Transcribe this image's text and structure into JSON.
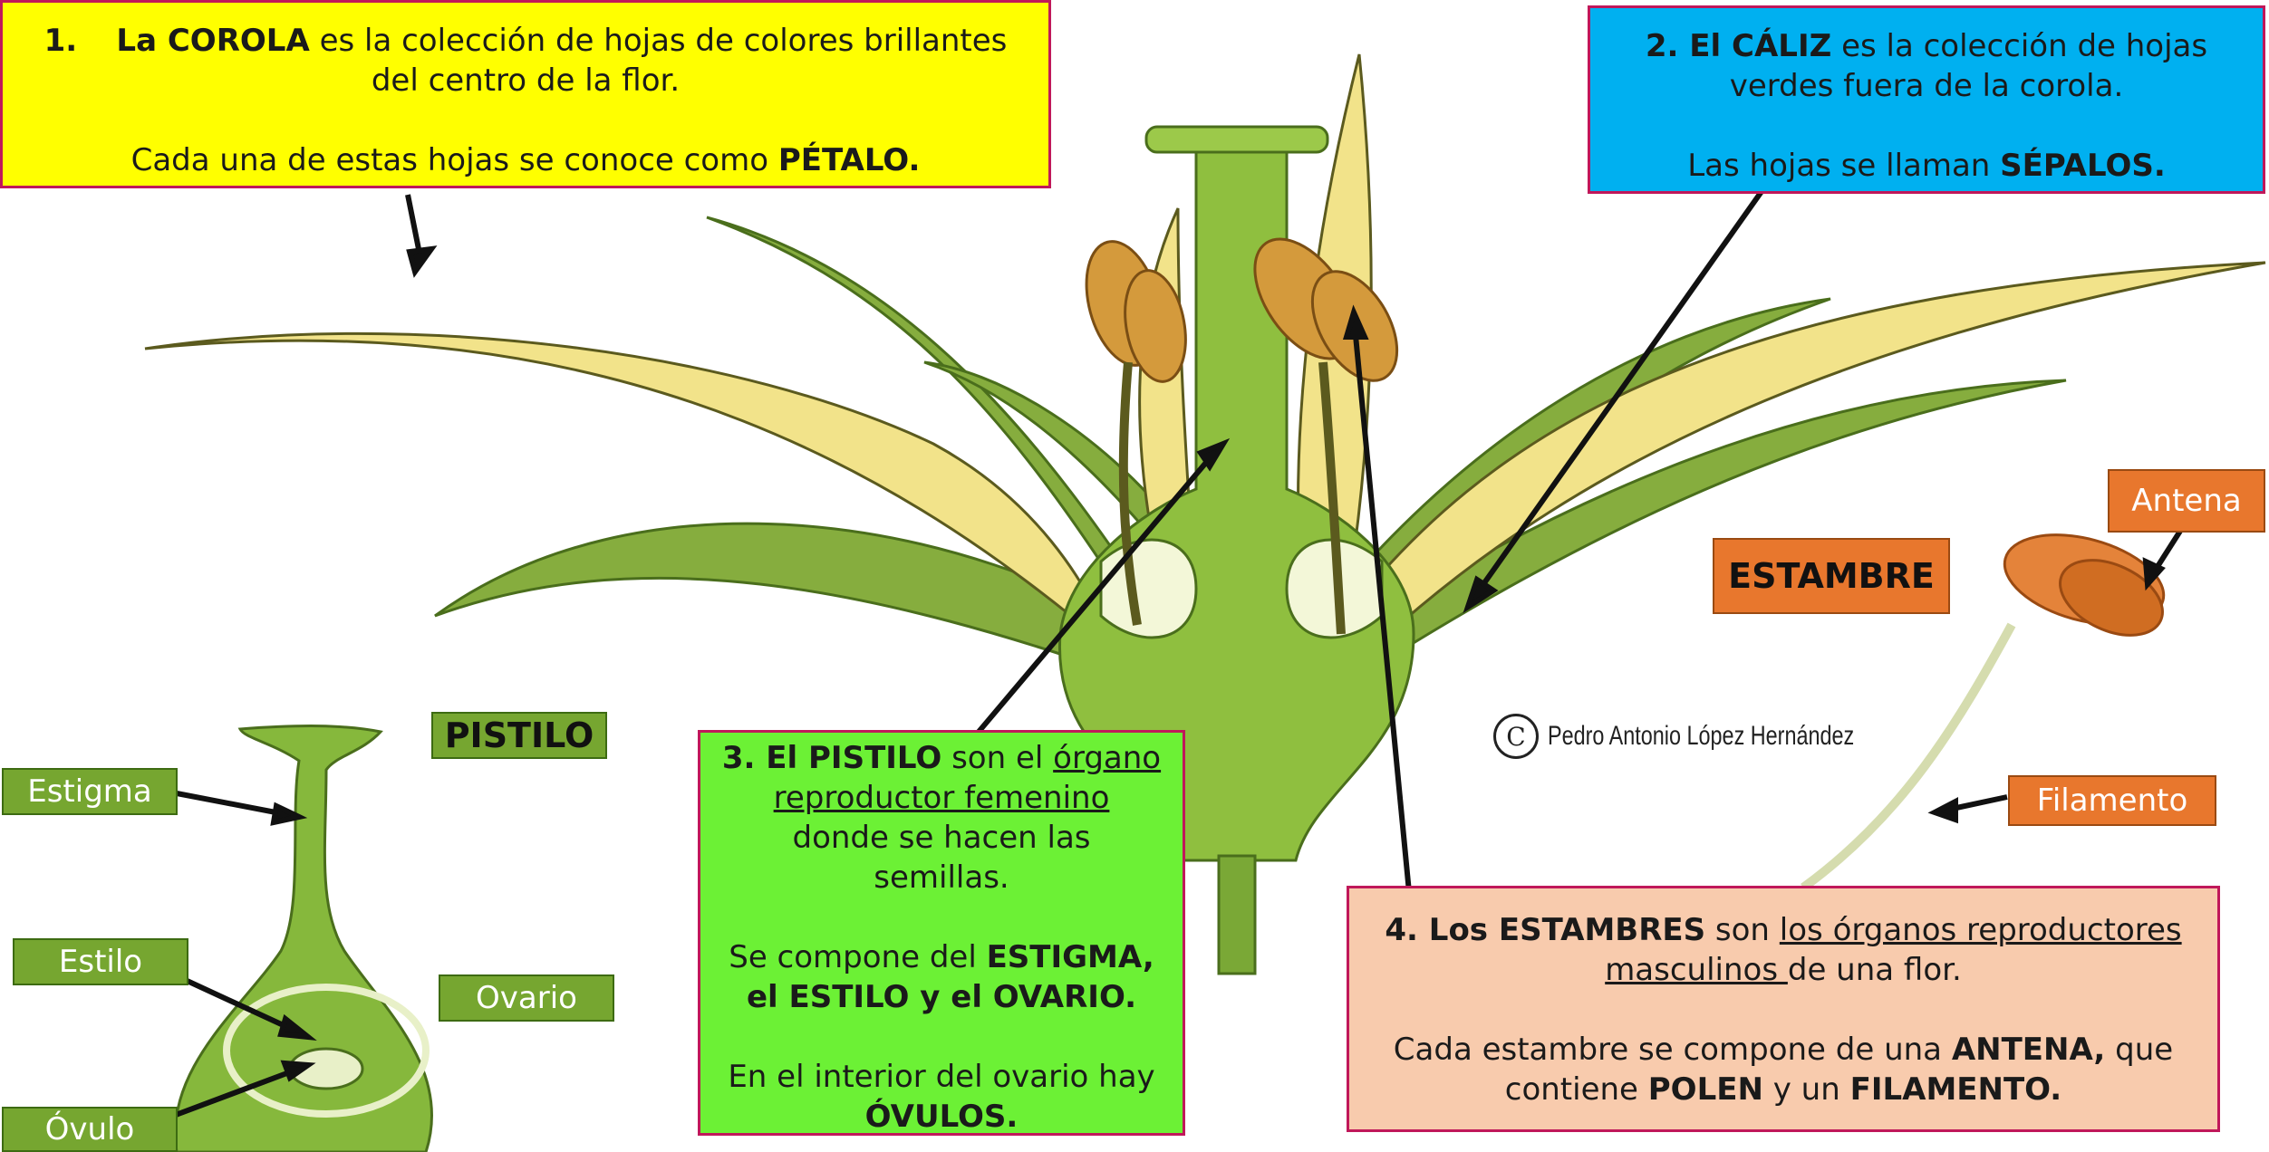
{
  "corola": {
    "number": "1.",
    "term": "La COROLA",
    "rest": " es la colección de hojas de colores brillantes",
    "line2": "del centro de la flor.",
    "line3_pre": "Cada una de estas hojas se conoce como ",
    "line3_term": "PÉTALO."
  },
  "caliz": {
    "term": "2. El CÁLIZ",
    "rest": " es la colección de hojas",
    "line2": "verdes fuera de la corola.",
    "line3_pre": "Las hojas se llaman ",
    "line3_term": "SÉPALOS."
  },
  "pistilo_box": {
    "term": "3. El PISTILO",
    "mid": " son el ",
    "u1": "órgano",
    "u2": "reproductor femenino",
    "l3": "donde se hacen las",
    "l4": "semillas.",
    "l5_pre": "Se compone del ",
    "l5_b": "ESTIGMA,",
    "l6_b": "el ESTILO y el OVARIO.",
    "l7": "En el interior del ovario hay",
    "l8_b": "ÓVULOS."
  },
  "estambres_box": {
    "term": "4. Los ESTAMBRES",
    "mid": " son ",
    "u1": "los órganos reproductores",
    "u2": "masculinos ",
    "l2_rest": "de una flor.",
    "l3_pre": "Cada estambre se compone de una ",
    "l3_b": "ANTENA,",
    "l3_post": " que",
    "l4_pre": "contiene ",
    "l4_b1": "POLEN",
    "l4_mid": " y un ",
    "l4_b2": "FILAMENTO."
  },
  "labels": {
    "pistilo_title": "PISTILO",
    "estambre_title": "ESTAMBRE",
    "estigma": "Estigma",
    "estilo": "Estilo",
    "ovario": "Ovario",
    "ovulo": "Óvulo",
    "antena": "Antena",
    "filamento": "Filamento"
  },
  "credit": {
    "symbol": "C",
    "text": "Pedro Antonio López Hernández"
  },
  "colors": {
    "yellow_box": "#ffff00",
    "blue_box": "#00b0f0",
    "green_box": "#6cf135",
    "peach_box": "#f8cbad",
    "box_border": "#c0185a",
    "label_green": "#76a630",
    "label_orange": "#e8772d",
    "petal": "#f2e38a",
    "leaf": "#86ad3e"
  }
}
